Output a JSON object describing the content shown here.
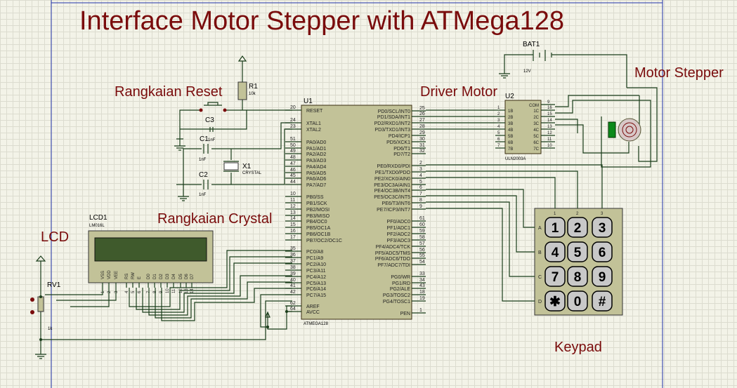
{
  "title": "Interface Motor Stepper with ATMega128",
  "labels": {
    "reset": "Rangkaian Reset",
    "crystal": "Rangkaian Crystal",
    "lcd": "LCD",
    "driver": "Driver Motor",
    "motor": "Motor Stepper",
    "keypad": "Keypad"
  },
  "components": {
    "r1": {
      "ref": "R1",
      "value": "10k"
    },
    "c1": {
      "ref": "C1",
      "value": "1nF"
    },
    "c2": {
      "ref": "C2",
      "value": "1nF"
    },
    "c3": {
      "ref": "C3",
      "value": "1nF"
    },
    "x1": {
      "ref": "X1",
      "value": "CRYSTAL"
    },
    "bat1": {
      "ref": "BAT1",
      "value": "12V"
    },
    "lcd1": {
      "ref": "LCD1",
      "model": "LM016L",
      "pins": [
        "VSS",
        "VDD",
        "VEE",
        "RS",
        "RW",
        "E",
        "D0",
        "D1",
        "D2",
        "D3",
        "D4",
        "D5",
        "D6",
        "D7"
      ],
      "pin_nums": [
        "1",
        "2",
        "3",
        "4",
        "5",
        "6",
        "7",
        "8",
        "9",
        "10",
        "11",
        "12",
        "13",
        "14"
      ]
    },
    "rv1": {
      "ref": "RV1",
      "value": "1k"
    },
    "u1": {
      "ref": "U1",
      "model": "ATMEGA128",
      "left": [
        [
          "20",
          "RESET"
        ],
        [
          "24",
          "XTAL1"
        ],
        [
          "23",
          "XTAL2"
        ],
        [
          "51",
          "PA0/AD0"
        ],
        [
          "50",
          "PA1/AD1"
        ],
        [
          "49",
          "PA2/AD2"
        ],
        [
          "48",
          "PA3/AD3"
        ],
        [
          "47",
          "PA4/AD4"
        ],
        [
          "46",
          "PA5/AD5"
        ],
        [
          "45",
          "PA6/AD6"
        ],
        [
          "44",
          "PA7/AD7"
        ],
        [
          "10",
          "PB0/SS"
        ],
        [
          "11",
          "PB1/SCK"
        ],
        [
          "12",
          "PB2/MOSI"
        ],
        [
          "13",
          "PB3/MISO"
        ],
        [
          "14",
          "PB4/OC0"
        ],
        [
          "15",
          "PB5/OC1A"
        ],
        [
          "16",
          "PB6/OC1B"
        ],
        [
          "17",
          "PB7/OC2/OC1C"
        ],
        [
          "35",
          "PC0/A8"
        ],
        [
          "36",
          "PC1/A9"
        ],
        [
          "37",
          "PC2/A10"
        ],
        [
          "38",
          "PC3/A11"
        ],
        [
          "39",
          "PC4/A12"
        ],
        [
          "40",
          "PC5/A13"
        ],
        [
          "41",
          "PC6/A14"
        ],
        [
          "42",
          "PC7/A15"
        ],
        [
          "62",
          "AREF"
        ],
        [
          "64",
          "AVCC"
        ]
      ],
      "right": [
        [
          "25",
          "PD0/SCL/INT0"
        ],
        [
          "26",
          "PD1/SDA/INT1"
        ],
        [
          "27",
          "PD2/RXD1/INT2"
        ],
        [
          "28",
          "PD3/TXD1/INT3"
        ],
        [
          "29",
          "PD4/ICP1"
        ],
        [
          "30",
          "PD5/XCK1"
        ],
        [
          "31",
          "PD6/T1"
        ],
        [
          "32",
          "PD7/T2"
        ],
        [
          "2",
          "PE0/RXD0/PDI"
        ],
        [
          "3",
          "PE1/TXD0/PDO"
        ],
        [
          "4",
          "PE2/XCK0/AIN0"
        ],
        [
          "5",
          "PE3/OC3A/AIN1"
        ],
        [
          "6",
          "PE4/OC3B/INT4"
        ],
        [
          "7",
          "PE5/OC3C/INT5"
        ],
        [
          "8",
          "PE6/T3/INT6"
        ],
        [
          "9",
          "PE7/ICP3/INT7"
        ],
        [
          "61",
          "PF0/ADC0"
        ],
        [
          "60",
          "PF1/ADC1"
        ],
        [
          "59",
          "PF2/ADC2"
        ],
        [
          "58",
          "PF3/ADC3"
        ],
        [
          "57",
          "PF4/ADC4/TCK"
        ],
        [
          "56",
          "PF5/ADC5/TMS"
        ],
        [
          "55",
          "PF6/ADC6/TDO"
        ],
        [
          "54",
          "PF7/ADC7/TDI"
        ],
        [
          "33",
          "PG0/WR"
        ],
        [
          "34",
          "PG1/RD"
        ],
        [
          "43",
          "PG2/ALE"
        ],
        [
          "18",
          "PG3/TOSC2"
        ],
        [
          "19",
          "PG4/TOSC1"
        ],
        [
          "1",
          "PEN"
        ]
      ]
    },
    "u2": {
      "ref": "U2",
      "model": "ULN2003A",
      "left": [
        [
          "1",
          "1B"
        ],
        [
          "2",
          "2B"
        ],
        [
          "3",
          "3B"
        ],
        [
          "4",
          "4B"
        ],
        [
          "5",
          "5B"
        ],
        [
          "6",
          "6B"
        ],
        [
          "7",
          "7B"
        ]
      ],
      "right": [
        [
          "9",
          "COM"
        ],
        [
          "16",
          "1C"
        ],
        [
          "15",
          "2C"
        ],
        [
          "14",
          "3C"
        ],
        [
          "13",
          "4C"
        ],
        [
          "12",
          "5C"
        ],
        [
          "11",
          "6C"
        ],
        [
          "10",
          "7C"
        ]
      ]
    },
    "keypad": {
      "cols": [
        "1",
        "2",
        "3"
      ],
      "rows": [
        "A",
        "B",
        "C",
        "D"
      ],
      "keys": [
        "1",
        "2",
        "3",
        "4",
        "5",
        "6",
        "7",
        "8",
        "9",
        "✱",
        "0",
        "#"
      ]
    }
  }
}
